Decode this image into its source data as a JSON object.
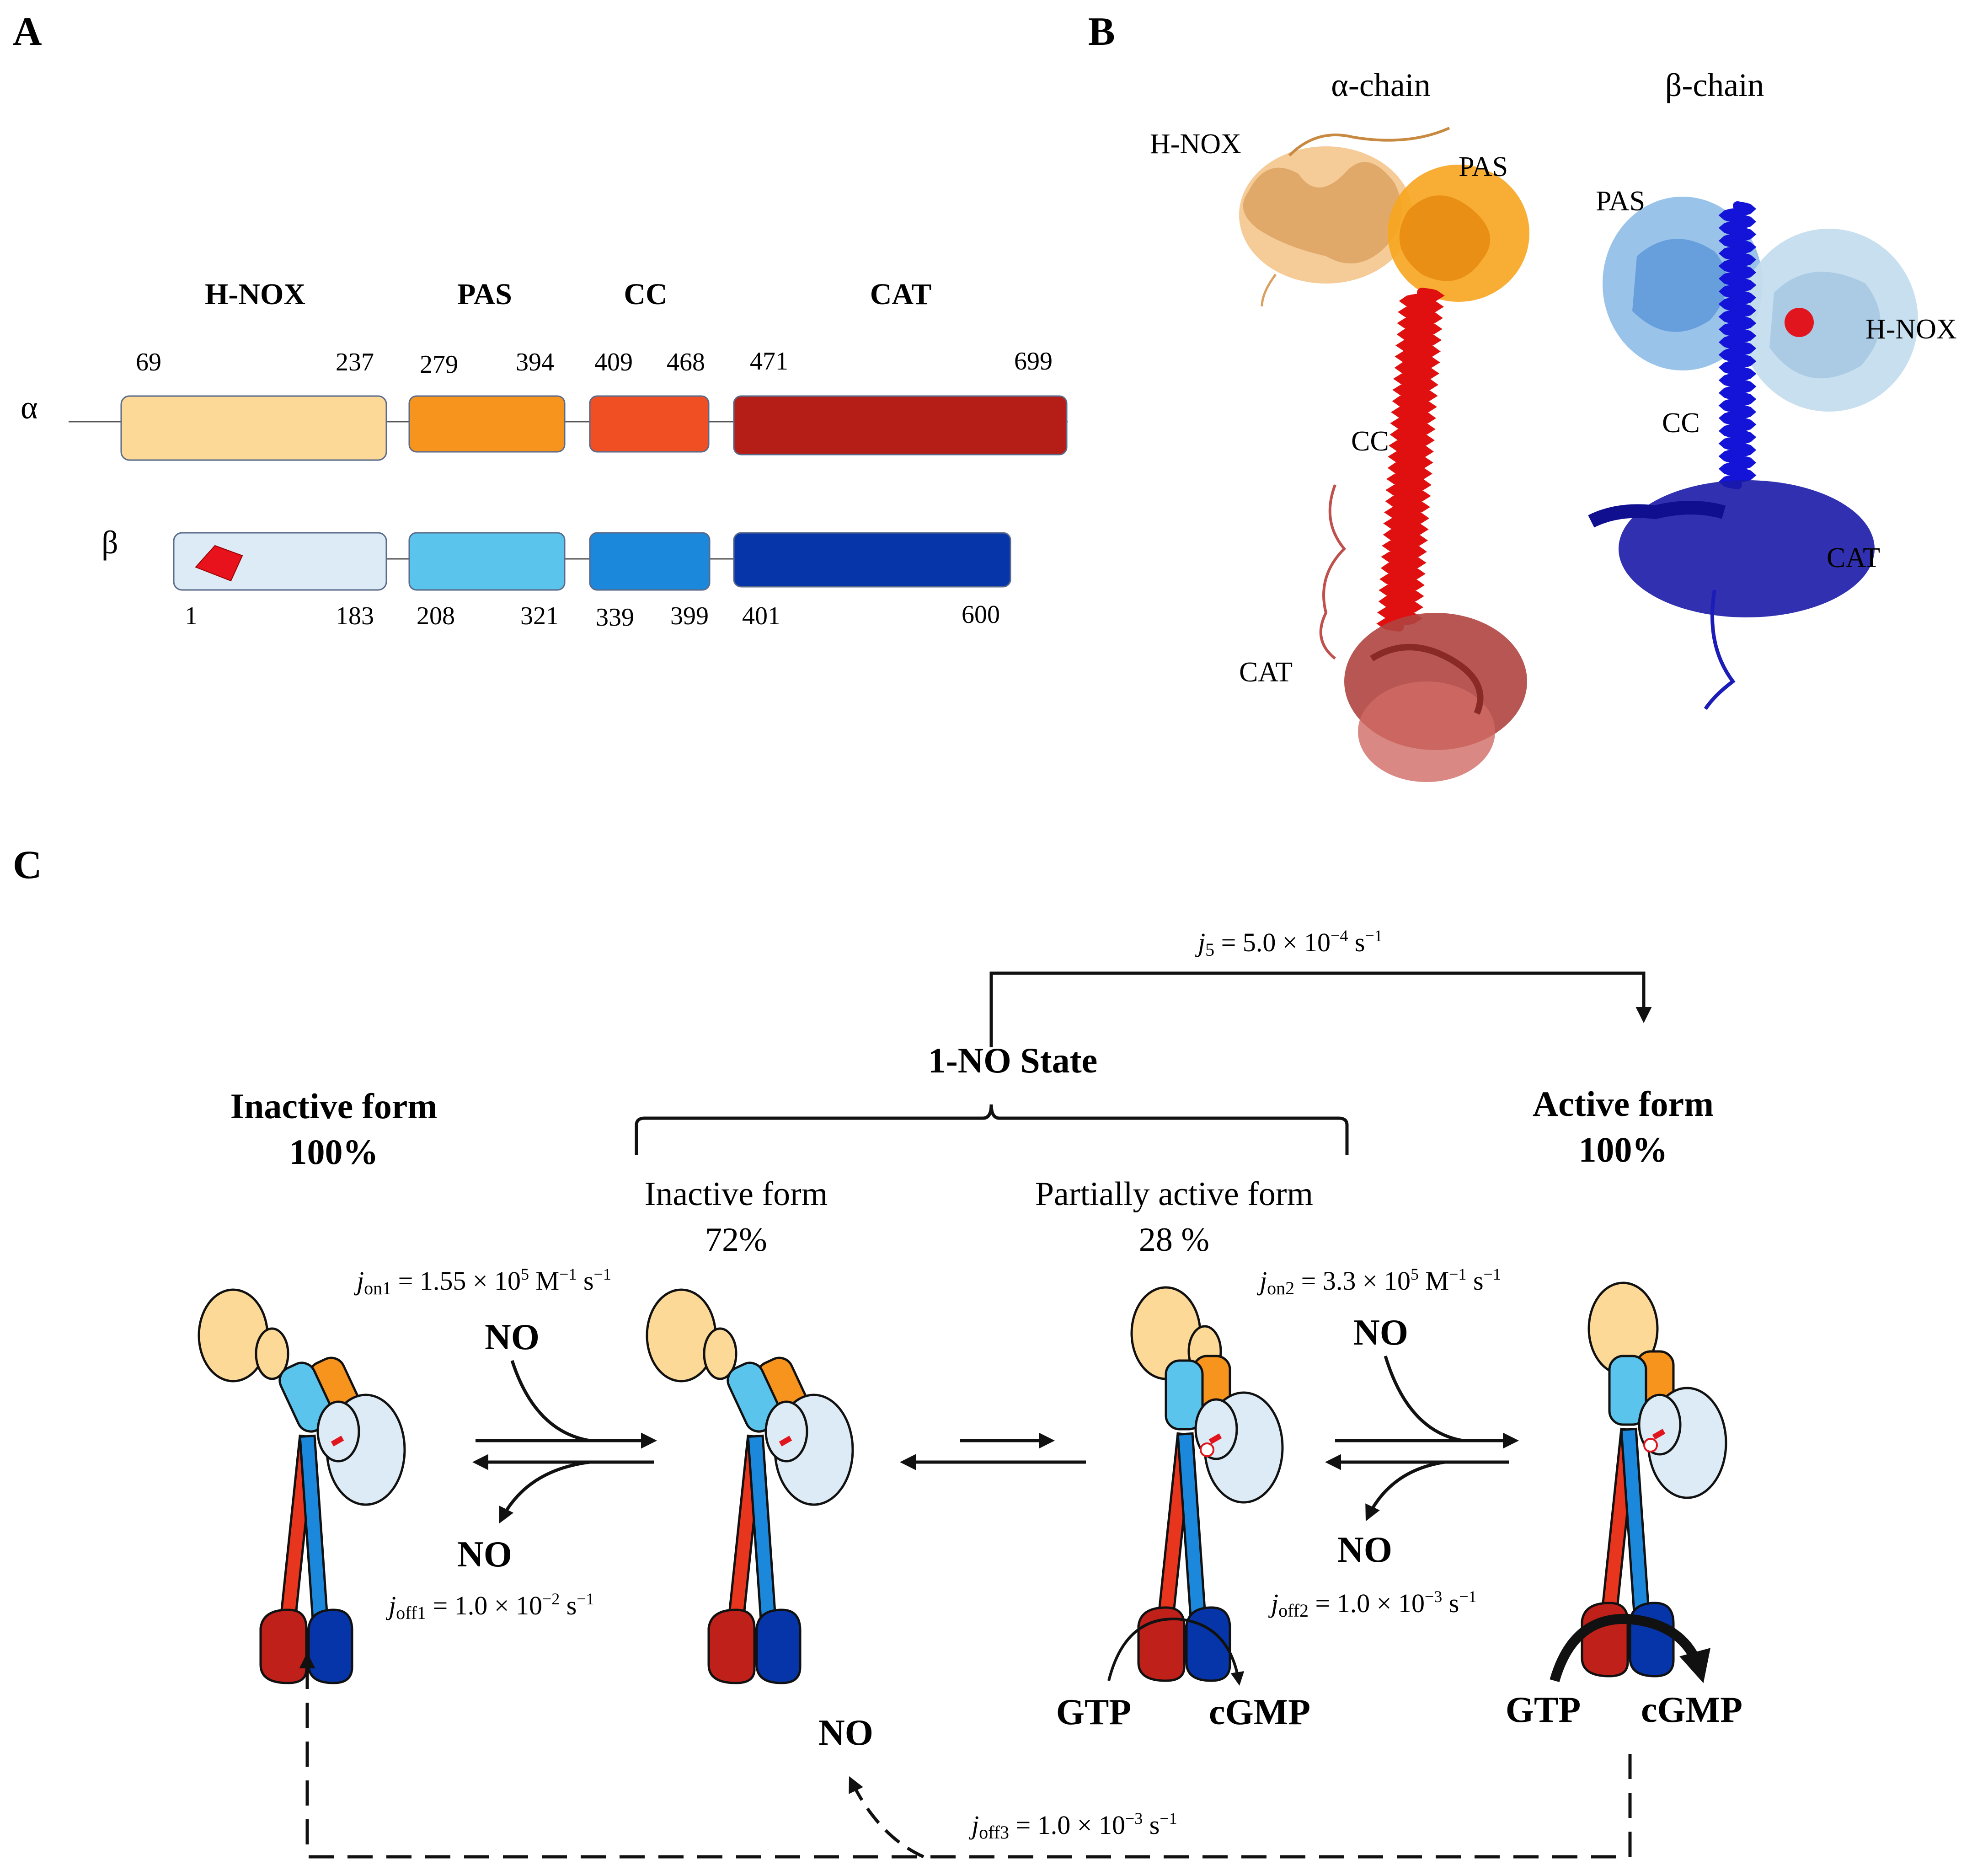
{
  "panelA": {
    "letter": "A",
    "domains": [
      {
        "name": "H-NOX"
      },
      {
        "name": "PAS"
      },
      {
        "name": "CC"
      },
      {
        "name": "CAT"
      }
    ],
    "alpha": {
      "label": "α",
      "numbers": [
        "69",
        "237",
        "279",
        "394",
        "409",
        "468",
        "471",
        "699"
      ],
      "colors": [
        "#FDD998",
        "#F7941D",
        "#F04E23",
        "#B51E17"
      ]
    },
    "beta": {
      "label": "β",
      "numbers": [
        "1",
        "183",
        "208",
        "321",
        "339",
        "399",
        "401",
        "600"
      ],
      "colors": [
        "#DCEBF5",
        "#5BC4EC",
        "#1B88DB",
        "#0535A8"
      ],
      "heme_color": "#E8121C"
    }
  },
  "panelB": {
    "letter": "B",
    "alpha_title": "α-chain",
    "beta_title": "β-chain",
    "alpha_labels": {
      "hnox": "H-NOX",
      "pas": "PAS",
      "cc": "CC",
      "cat": "CAT"
    },
    "beta_labels": {
      "pas": "PAS",
      "hnox": "H-NOX",
      "cc": "CC",
      "cat": "CAT"
    }
  },
  "panelC": {
    "letter": "C",
    "one_no_state": "1-NO State",
    "inactive_left": {
      "title": "Inactive form",
      "pct": "100%"
    },
    "active_right": {
      "title": "Active form",
      "pct": "100%"
    },
    "inactive_72": {
      "title": "Inactive form",
      "pct": "72%"
    },
    "partial_28": {
      "title": "Partially active form",
      "pct": "28 %"
    },
    "no": "NO",
    "gtp": "GTP",
    "cgmp": "cGMP",
    "rates": {
      "j5": {
        "sym": "j",
        "sub": "5",
        "text": " = 5.0 × 10",
        "exp": "−4",
        "unit": " s",
        "uexp": "−1"
      },
      "jon1": {
        "sym": "j",
        "sub": "on1",
        "text": " = 1.55 × 10",
        "exp": "5",
        "unit": " M",
        "uexp": "−1",
        "unit2": " s",
        "uexp2": "−1"
      },
      "joff1": {
        "sym": "j",
        "sub": "off1",
        "text": " = 1.0 × 10",
        "exp": "−2",
        "unit": " s",
        "uexp": "−1"
      },
      "jon2": {
        "sym": "j",
        "sub": "on2",
        "text": " = 3.3 × 10",
        "exp": "5",
        "unit": " M",
        "uexp": "−1",
        "unit2": " s",
        "uexp2": "−1"
      },
      "joff2": {
        "sym": "j",
        "sub": "off2",
        "text": " = 1.0 × 10",
        "exp": "−3",
        "unit": " s",
        "uexp": "−1"
      },
      "joff3": {
        "sym": "j",
        "sub": "off3",
        "text": " = 1.0 × 10",
        "exp": "−3",
        "unit": " s",
        "uexp": "−1"
      }
    }
  },
  "colors": {
    "alpha_hnox": "#FDD998",
    "alpha_pas": "#F7941D",
    "alpha_cc": "#E8351E",
    "alpha_cat": "#C0201A",
    "beta_hnox": "#DCEBF5",
    "beta_pas": "#5BC4EC",
    "beta_cc": "#1B88DB",
    "beta_cat": "#0535A8"
  }
}
